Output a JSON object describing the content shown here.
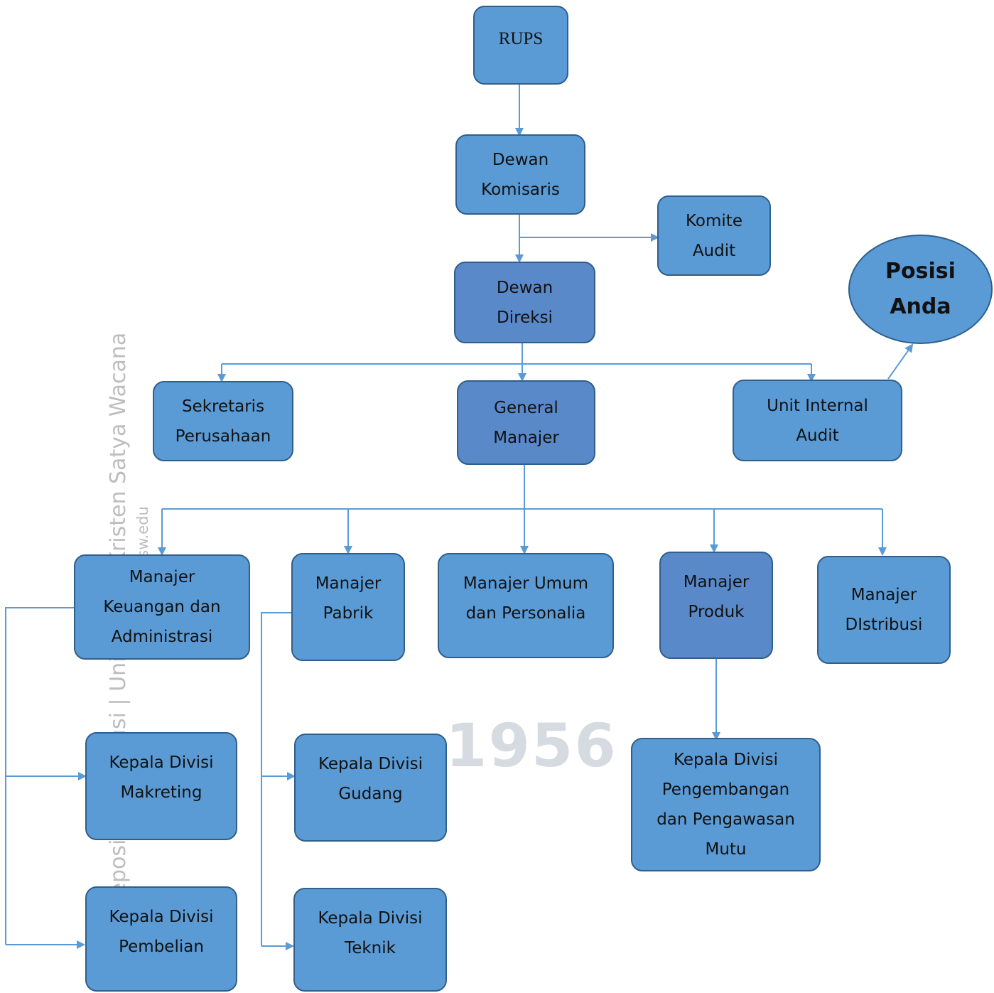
{
  "nodes": {
    "rups": "RUPS",
    "dewan_komisaris": "Dewan\nKomisaris",
    "komite_audit": "Komite\nAudit",
    "dewan_direksi": "Dewan\nDireksi",
    "posisi_anda": "Posisi\nAnda",
    "sekretaris": "Sekretaris\nPerusahaan",
    "general_manajer": "General\nManajer",
    "unit_internal_audit": "Unit Internal\nAudit",
    "manajer_keuangan": "Manajer\nKeuangan dan\nAdministrasi",
    "manajer_pabrik": "Manajer\nPabrik",
    "manajer_umum": "Manajer Umum\ndan Personalia",
    "manajer_produk": "Manajer\nProduk",
    "manajer_distribusi": "Manajer\nDIstribusi",
    "kadiv_makreting": "Kepala Divisi\nMakreting",
    "kadiv_gudang": "Kepala Divisi\nGudang",
    "kadiv_mutu": "Kepala Divisi\nPengembangan\ndan Pengawasan\nMutu",
    "kadiv_pembelian": "Kepala Divisi\nPembelian",
    "kadiv_teknik": "Kepala Divisi\nTeknik"
  },
  "watermark": {
    "side_text": "Repositori Institusi | Universitas Kristen Satya Wacana",
    "side_url": "repository.uksw.edu",
    "year": "1956"
  },
  "colors": {
    "box_fill": "#5b9bd5",
    "box_border": "#2f5f8a",
    "connector": "#5b9bd5"
  }
}
